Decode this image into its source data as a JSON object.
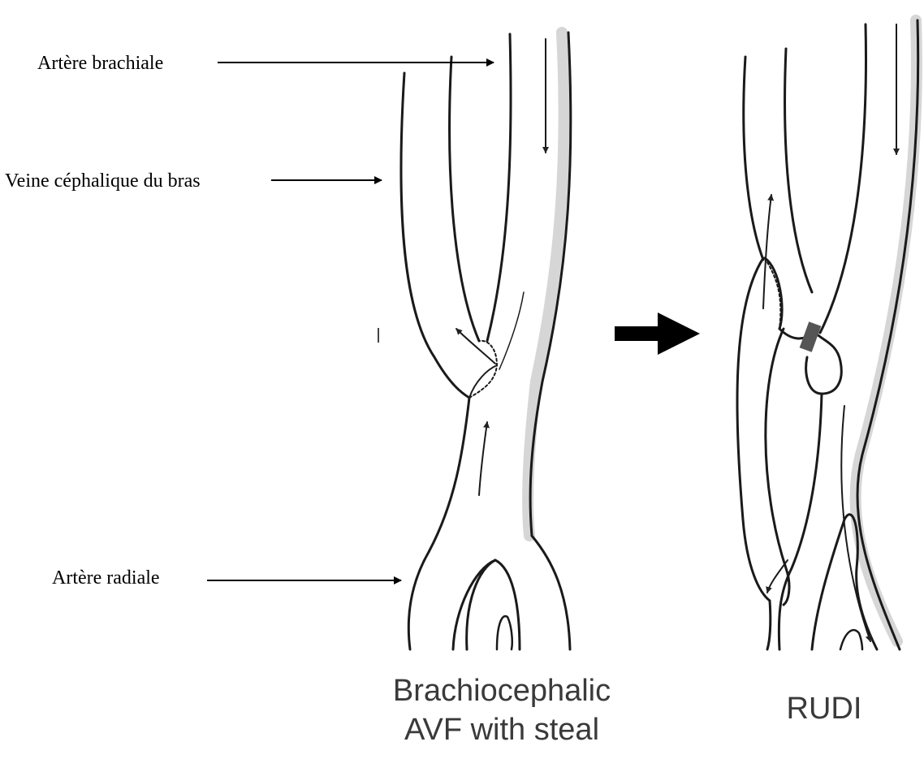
{
  "labels": {
    "brachial_artery": "Artère brachiale",
    "cephalic_vein": "Veine céphalique du bras",
    "radial_artery": "Artère radiale"
  },
  "captions": {
    "left_line1": "Brachiocephalic",
    "left_line2": "AVF with steal",
    "right": "RUDI"
  },
  "colors": {
    "line": "#1a1a1a",
    "shading": "#7a7a7a",
    "caption": "#3a3a3a"
  }
}
